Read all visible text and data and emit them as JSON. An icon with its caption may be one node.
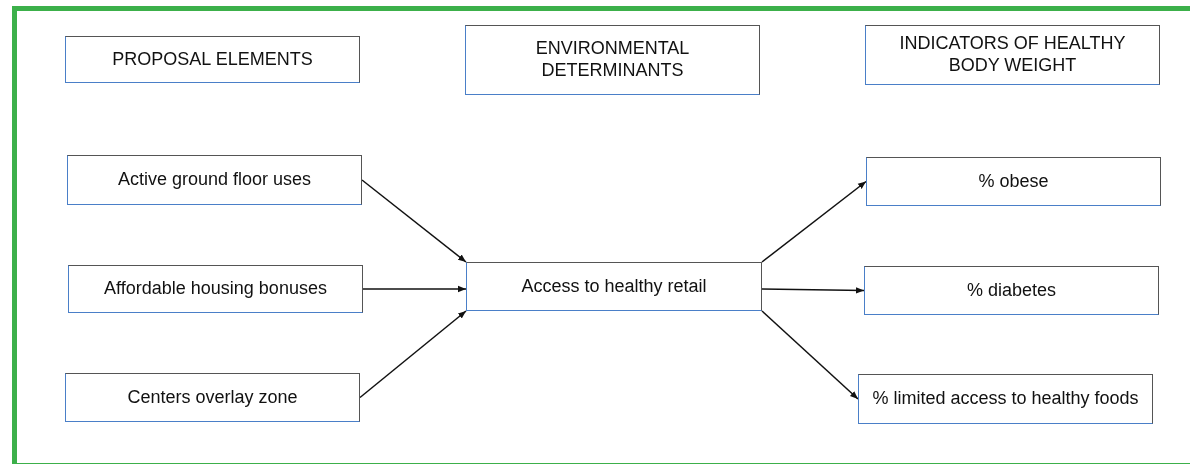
{
  "diagram": {
    "nodes": [
      {
        "text": [
          "PROPOSAL ELEMENTS"
        ]
      },
      {
        "text": [
          "ENVIRONMENTAL DETERMINANTS"
        ]
      },
      {
        "text": [
          "INDICATORS OF HEALTHY BODY WEIGHT"
        ]
      },
      {
        "text": [
          "Active ground floor uses"
        ]
      },
      {
        "text": [
          "Affordable housing bonuses"
        ]
      },
      {
        "text": [
          "Centers overlay zone"
        ]
      },
      {
        "text": [
          "Access to healthy retail"
        ]
      },
      {
        "text": [
          "% obese"
        ]
      },
      {
        "text": [
          "% diabetes"
        ]
      },
      {
        "text": [
          "% limited access to healthy foods"
        ]
      }
    ],
    "edges": [
      {
        "from": 3,
        "to": 6,
        "arrow": "to"
      },
      {
        "from": 4,
        "to": 6,
        "arrow": "to"
      },
      {
        "from": 5,
        "to": 6,
        "arrow": "to"
      },
      {
        "from": 6,
        "to": 7,
        "arrow": "to"
      },
      {
        "from": 6,
        "to": 8,
        "arrow": "to"
      },
      {
        "from": 6,
        "to": 9,
        "arrow": "to"
      }
    ]
  }
}
